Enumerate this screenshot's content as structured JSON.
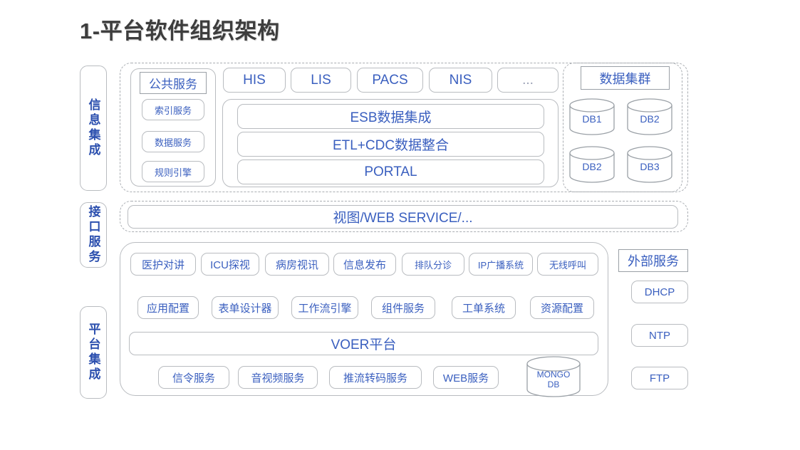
{
  "page": {
    "title": "1-平台软件组织架构",
    "accent_text_color": "#3a5fbf",
    "border_color": "#b9bcc0",
    "title_color": "#3d3d3d",
    "background": "#ffffff"
  },
  "rails": [
    {
      "label": "信息集成",
      "name": "rail-information-integration"
    },
    {
      "label": "接口服务",
      "name": "rail-interface-service"
    },
    {
      "label": "平台集成",
      "name": "rail-platform-integration"
    }
  ],
  "information_integration": {
    "public_service": {
      "header": "公共服务",
      "items": [
        "索引服务",
        "数据服务",
        "规则引擎"
      ]
    },
    "systems": [
      "HIS",
      "LIS",
      "PACS",
      "NIS",
      "..."
    ],
    "middle_stack": [
      "ESB数据集成",
      "ETL+CDC数据整合",
      "PORTAL"
    ],
    "data_cluster": {
      "header": "数据集群",
      "databases": [
        "DB1",
        "DB2",
        "DB2",
        "DB3"
      ]
    }
  },
  "interface_service": {
    "bar": "视图/WEB SERVICE/..."
  },
  "platform_integration": {
    "row_applications": [
      "医护对讲",
      "ICU探视",
      "病房视讯",
      "信息发布",
      "排队分诊",
      "IP广播系统",
      "无线呼叫"
    ],
    "row_components": [
      "应用配置",
      "表单设计器",
      "工作流引擎",
      "组件服务",
      "工单系统",
      "资源配置"
    ],
    "platform_bar": "VOER平台",
    "row_services": [
      "信令服务",
      "音视频服务",
      "推流转码服务",
      "WEB服务"
    ],
    "mongo_db": "MONGO\nDB"
  },
  "external_service": {
    "header": "外部服务",
    "items": [
      "DHCP",
      "NTP",
      "FTP"
    ]
  }
}
